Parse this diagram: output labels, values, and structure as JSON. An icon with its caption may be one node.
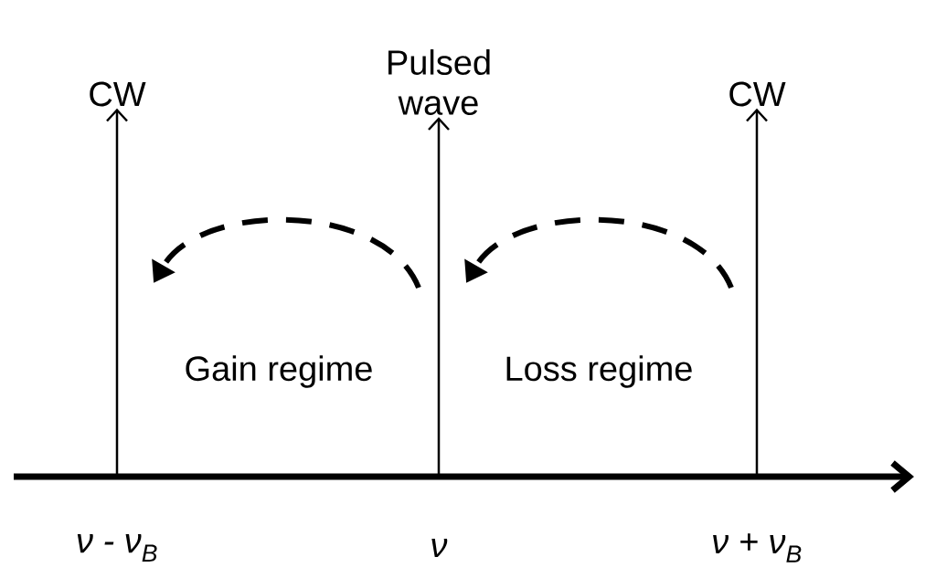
{
  "diagram": {
    "nodes": [
      {
        "text": [
          "CW"
        ]
      },
      {
        "text": [
          "Pulsed wave"
        ]
      },
      {
        "text": [
          "CW"
        ]
      }
    ],
    "edges": [
      {
        "from": null,
        "to": 0,
        "arrow": "to"
      },
      {
        "from": null,
        "to": 1,
        "arrow": "to"
      },
      {
        "from": null,
        "to": 2,
        "arrow": "to"
      }
    ],
    "labels": [
      "Gain regime",
      "Loss regime",
      "ν - ν$_{B}$",
      "ν",
      "ν + ν$_{B}$"
    ]
  }
}
